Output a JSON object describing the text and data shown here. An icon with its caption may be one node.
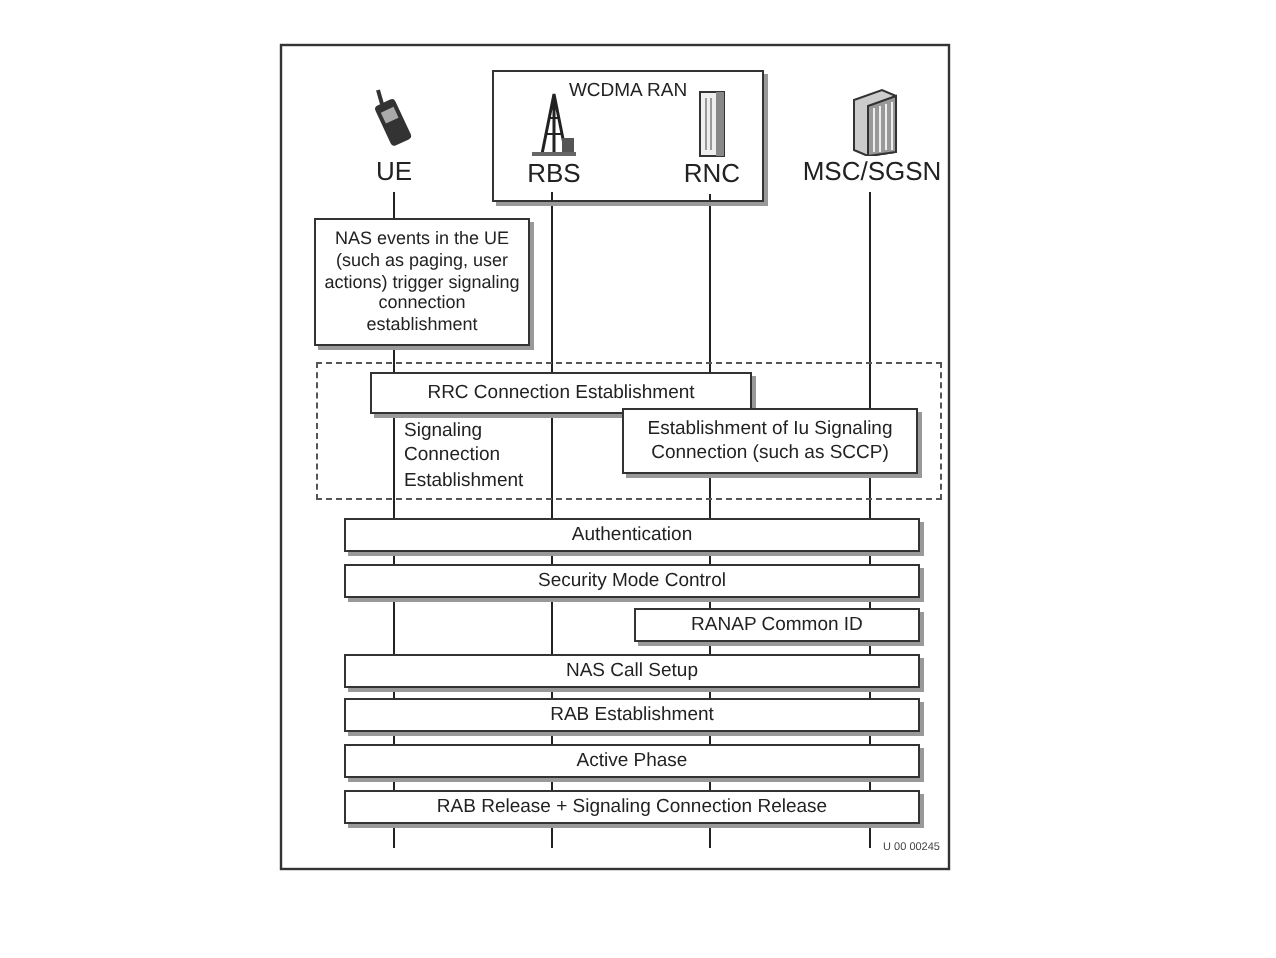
{
  "diagram": {
    "nodes": [
      {
        "text": [
          "WCDMA RAN"
        ]
      },
      {
        "text": [
          "UE"
        ]
      },
      {
        "text": [
          "RBS"
        ],
        "in": 0
      },
      {
        "text": [
          "RNC"
        ],
        "in": 0
      },
      {
        "text": [
          "MSC/SGSN"
        ]
      },
      {
        "text": [
          "NAS events in the UE (such as paging, user actions) trigger signaling connection establishment"
        ]
      },
      {
        "text": [
          "Signaling Connection Establishment"
        ]
      },
      {
        "text": [
          "RRC Connection Establishment"
        ],
        "in": 6
      },
      {
        "text": [
          "Establishment of Iu Signaling Connection (such as SCCP)"
        ],
        "in": 6
      },
      {
        "text": [
          "Authentication"
        ]
      },
      {
        "text": [
          "Security Mode Control"
        ]
      },
      {
        "text": [
          "RANAP Common ID"
        ]
      },
      {
        "text": [
          "NAS Call Setup"
        ]
      },
      {
        "text": [
          "RAB Establishment"
        ]
      },
      {
        "text": [
          "Active Phase"
        ]
      },
      {
        "text": [
          "RAB Release + Signaling Connection Release"
        ]
      }
    ],
    "labels": [
      "U 00 00245"
    ]
  }
}
